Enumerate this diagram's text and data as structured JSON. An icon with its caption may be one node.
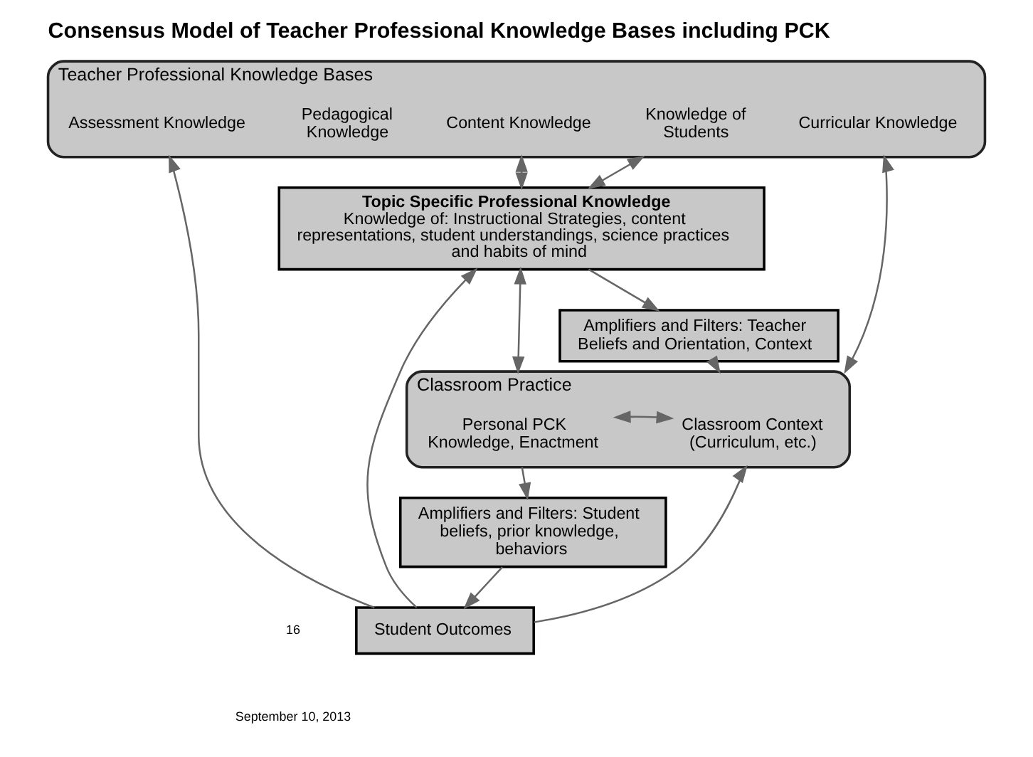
{
  "diagram": {
    "title": "Consensus Model of Teacher Professional Knowledge Bases including PCK",
    "nodes": [
      {
        "text": [
          "Teacher Professional Knowledge Bases"
        ]
      },
      {
        "text": [
          "Assessment Knowledge"
        ],
        "in": 0
      },
      {
        "text": [
          "Pedagogical Knowledge"
        ],
        "in": 0
      },
      {
        "text": [
          "Content Knowledge"
        ],
        "in": 0
      },
      {
        "text": [
          "Knowledge of Students"
        ],
        "in": 0
      },
      {
        "text": [
          "Curricular Knowledge"
        ],
        "in": 0
      },
      {
        "text": [
          "Topic Specific Professional Knowledge",
          "Knowledge of: Instructional Strategies, content representations, student understandings, science practices and habits of mind"
        ]
      },
      {
        "text": [
          "Amplifiers and Filters: Teacher Beliefs and Orientation, Context"
        ]
      },
      {
        "text": [
          "Classroom Practice"
        ]
      },
      {
        "text": [
          "Personal PCK Knowledge, Enactment"
        ],
        "in": 8
      },
      {
        "text": [
          "Classroom Context (Curriculum, etc.)"
        ],
        "in": 8
      },
      {
        "text": [
          "Amplifiers and Filters: Student beliefs, prior knowledge, behaviors"
        ]
      },
      {
        "text": [
          "Student Outcomes"
        ]
      }
    ],
    "edges": [
      {
        "from": 0,
        "to": 6,
        "arrow": "both"
      },
      {
        "from": 0,
        "to": 6,
        "arrow": "both"
      },
      {
        "from": 6,
        "to": 7,
        "arrow": "to"
      },
      {
        "from": 7,
        "to": 8,
        "arrow": "to"
      },
      {
        "from": 6,
        "to": 8,
        "arrow": "both"
      },
      {
        "from": 8,
        "to": 0,
        "arrow": "both"
      },
      {
        "from": 9,
        "to": 10,
        "arrow": "both"
      },
      {
        "from": 8,
        "to": 11,
        "arrow": "to"
      },
      {
        "from": 11,
        "to": 12,
        "arrow": "to"
      },
      {
        "from": 12,
        "to": 6,
        "arrow": "to"
      },
      {
        "from": 12,
        "to": 8,
        "arrow": "to"
      },
      {
        "from": 12,
        "to": 0,
        "arrow": "to"
      }
    ],
    "labels": [
      "16",
      "September 10, 2013"
    ]
  }
}
